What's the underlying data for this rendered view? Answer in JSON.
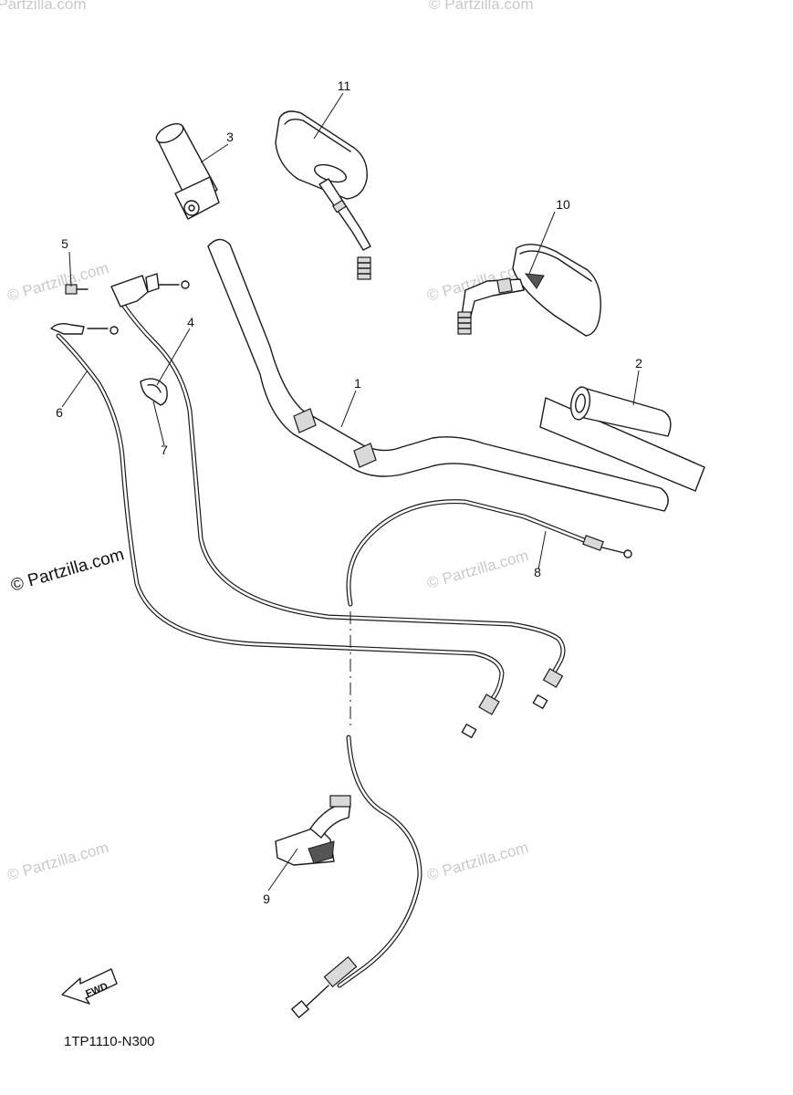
{
  "callouts": [
    "1",
    "2",
    "3",
    "4",
    "5",
    "6",
    "7",
    "8",
    "9",
    "10",
    "11"
  ],
  "watermark": "© Partzilla.com",
  "direction_label": "FWD",
  "diagram_code": "1TP1110-N300"
}
